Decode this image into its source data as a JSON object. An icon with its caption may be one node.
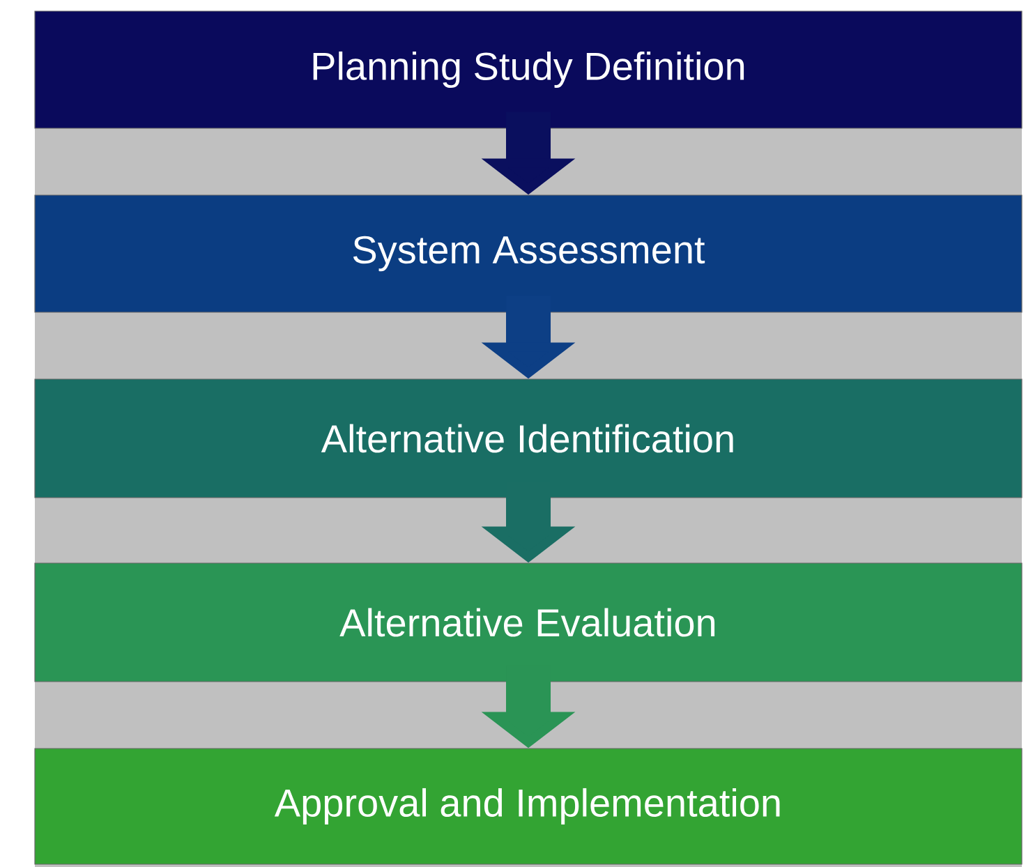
{
  "diagram": {
    "nodes": [
      {
        "text": [
          "Planning Study Definition"
        ]
      },
      {
        "text": [
          "System Assessment"
        ]
      },
      {
        "text": [
          "Alternative Identification"
        ]
      },
      {
        "text": [
          "Alternative Evaluation"
        ]
      },
      {
        "text": [
          "Approval and Implementation"
        ]
      }
    ],
    "edges": [
      {
        "from": 0,
        "to": 1,
        "arrow": "to",
        "color": "#0a0f5e"
      },
      {
        "from": 1,
        "to": 2,
        "arrow": "to",
        "color": "#0d3f85"
      },
      {
        "from": 2,
        "to": 3,
        "arrow": "to",
        "color": "#1a6e64"
      },
      {
        "from": 3,
        "to": 4,
        "arrow": "to",
        "color": "#2a9455"
      }
    ]
  }
}
